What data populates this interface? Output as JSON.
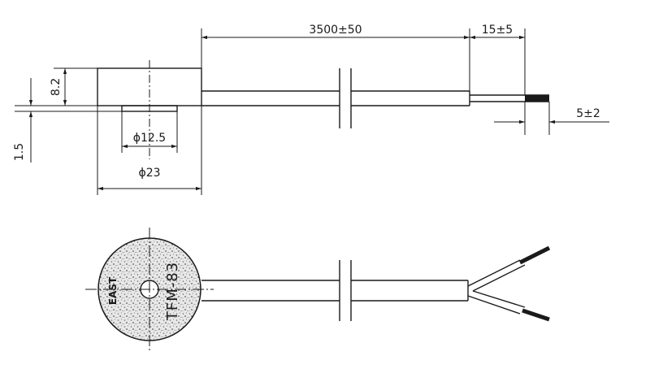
{
  "drawing": {
    "side_view": {
      "cable_length": "3500±50",
      "strip_length": "15±5",
      "tip_length": "5±2",
      "height": "8.2",
      "base_thickness": "1.5",
      "inner_diameter": "ϕ12.5",
      "outer_diameter": "ϕ23"
    },
    "top_view": {
      "brand": "EAST",
      "model": "TFM-83"
    }
  }
}
